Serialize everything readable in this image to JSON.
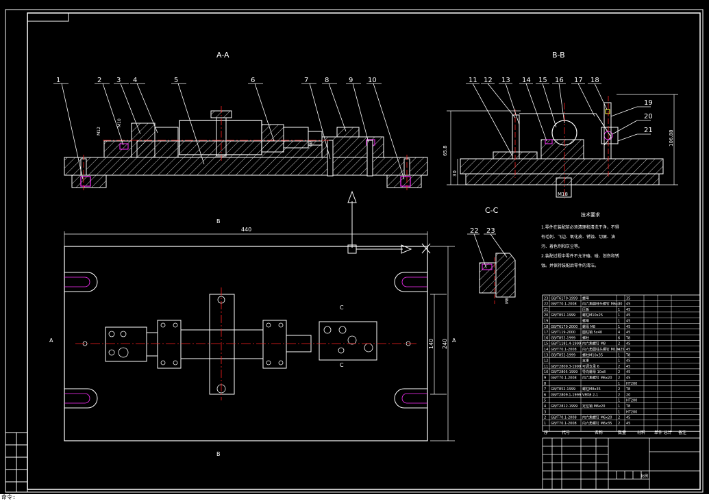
{
  "colors": {
    "background": "#000000",
    "line": "#ffffff",
    "center": "#ff2020",
    "magenta": "#ff30ff",
    "hatch": "#ffffff",
    "yellow": "#ffff40"
  },
  "sections": {
    "aa": "A-A",
    "bb": "B-B",
    "cc": "C-C"
  },
  "balloons_aa": [
    "1",
    "2",
    "3",
    "4",
    "5",
    "6",
    "7",
    "8",
    "9",
    "10"
  ],
  "balloons_bb": [
    "11",
    "12",
    "13",
    "14",
    "15",
    "16",
    "17",
    "18"
  ],
  "balloons_bb_side": [
    "19",
    "20",
    "21"
  ],
  "balloons_cc": [
    "22",
    "23"
  ],
  "dims": {
    "width_total": "440",
    "height_a": "140",
    "height_b": "240",
    "bb_left": "65.8",
    "bb_left2": "30",
    "bb_right": "106.88",
    "key_m": "M18"
  },
  "view_marks": {
    "b_top": "B",
    "b_bottom": "B",
    "a_left": "A",
    "a_right": "A",
    "c_top": "C",
    "c_bottom": "C"
  },
  "tech_req": {
    "title": "技术要求",
    "lines": [
      "1.零件在装配前必须清理和清洗干净，不得",
      "有毛刺、飞边、氧化皮、锈蚀、切屑、油",
      "污、着色剂和灰尘等。",
      "2.装配过程中零件不允许磕、碰、划伤和锈",
      "蚀。并保持装配后零件的清洁。"
    ]
  },
  "bom": [
    {
      "no": "23",
      "code": "GB/T6170-1999",
      "name": "螺母",
      "qty": "",
      "mat": "35"
    },
    {
      "no": "22",
      "code": "GB/T70.1-2008",
      "name": "内六角圆柱头螺钉 M6x30",
      "qty": "2",
      "mat": "45"
    },
    {
      "no": "21",
      "code": "",
      "name": "压板",
      "qty": "1",
      "mat": "45"
    },
    {
      "no": "20",
      "code": "GB/T852-1999",
      "name": "螺柱M10x25",
      "qty": "1",
      "mat": "45"
    },
    {
      "no": "19",
      "code": "",
      "name": "螺母",
      "qty": "1",
      "mat": "45"
    },
    {
      "no": "18",
      "code": "GB/T6170-2000",
      "name": "螺母 M8",
      "qty": "1",
      "mat": "45"
    },
    {
      "no": "17",
      "code": "GB/T119-2000",
      "name": "圆柱销 5x40",
      "qty": "4",
      "mat": "45"
    },
    {
      "no": "16",
      "code": "GB/T852-1999",
      "name": "螺柱",
      "qty": "6",
      "mat": "T8"
    },
    {
      "no": "15",
      "code": "GB/T1181.4-1999",
      "name": "内六角螺钉 M8",
      "qty": "2",
      "mat": "45"
    },
    {
      "no": "14",
      "code": "GB/T70.1-2008",
      "name": "内六角圆柱头螺钉 M10x25",
      "qty": "4",
      "mat": "45"
    },
    {
      "no": "13",
      "code": "GB/T852-1999",
      "name": "螺柱M10x35",
      "qty": "1",
      "mat": "T8"
    },
    {
      "no": "12",
      "code": "",
      "name": "支承",
      "qty": "1",
      "mat": "45"
    },
    {
      "no": "11",
      "code": "GB/T2809.3-1999",
      "name": "可调支承 6",
      "qty": "2",
      "mat": "45"
    },
    {
      "no": "10",
      "code": "GB/T2805-1999",
      "name": "导向螺母 10x8",
      "qty": "2",
      "mat": "45"
    },
    {
      "no": "9",
      "code": "GB/T70.1-2008",
      "name": "内六角螺钉 M6x20",
      "qty": "2",
      "mat": "45"
    },
    {
      "no": "8",
      "code": "",
      "name": "",
      "qty": "1",
      "mat": "HT200"
    },
    {
      "no": "7",
      "code": "GB/T852-1999",
      "name": "螺柱M8x35",
      "qty": "2",
      "mat": "T8"
    },
    {
      "no": "6",
      "code": "GB/T2809.1-1999",
      "name": "V形块 2-1",
      "qty": "2",
      "mat": "20"
    },
    {
      "no": "5",
      "code": "",
      "name": "",
      "qty": "1",
      "mat": "HT200"
    },
    {
      "no": "4",
      "code": "GB/T2812-1999",
      "name": "定位销 M6x20",
      "qty": "1",
      "mat": "T8"
    },
    {
      "no": "3",
      "code": "",
      "name": "",
      "qty": "1",
      "mat": "HT200"
    },
    {
      "no": "2",
      "code": "GB/T70.1-2008",
      "name": "内六角螺钉 M6x20",
      "qty": "2",
      "mat": "45"
    },
    {
      "no": "1",
      "code": "GB/T70.1-2008",
      "name": "内六角螺钉 M6x35",
      "qty": "2",
      "mat": "45"
    }
  ],
  "bom_header": {
    "no": "序",
    "code": "代号",
    "name": "名称",
    "qty": "数量",
    "mat": "材料",
    "w": "单件 总计",
    "note": "备注"
  },
  "title_block": {
    "sheet": "比例"
  },
  "cmdline": "命令: "
}
